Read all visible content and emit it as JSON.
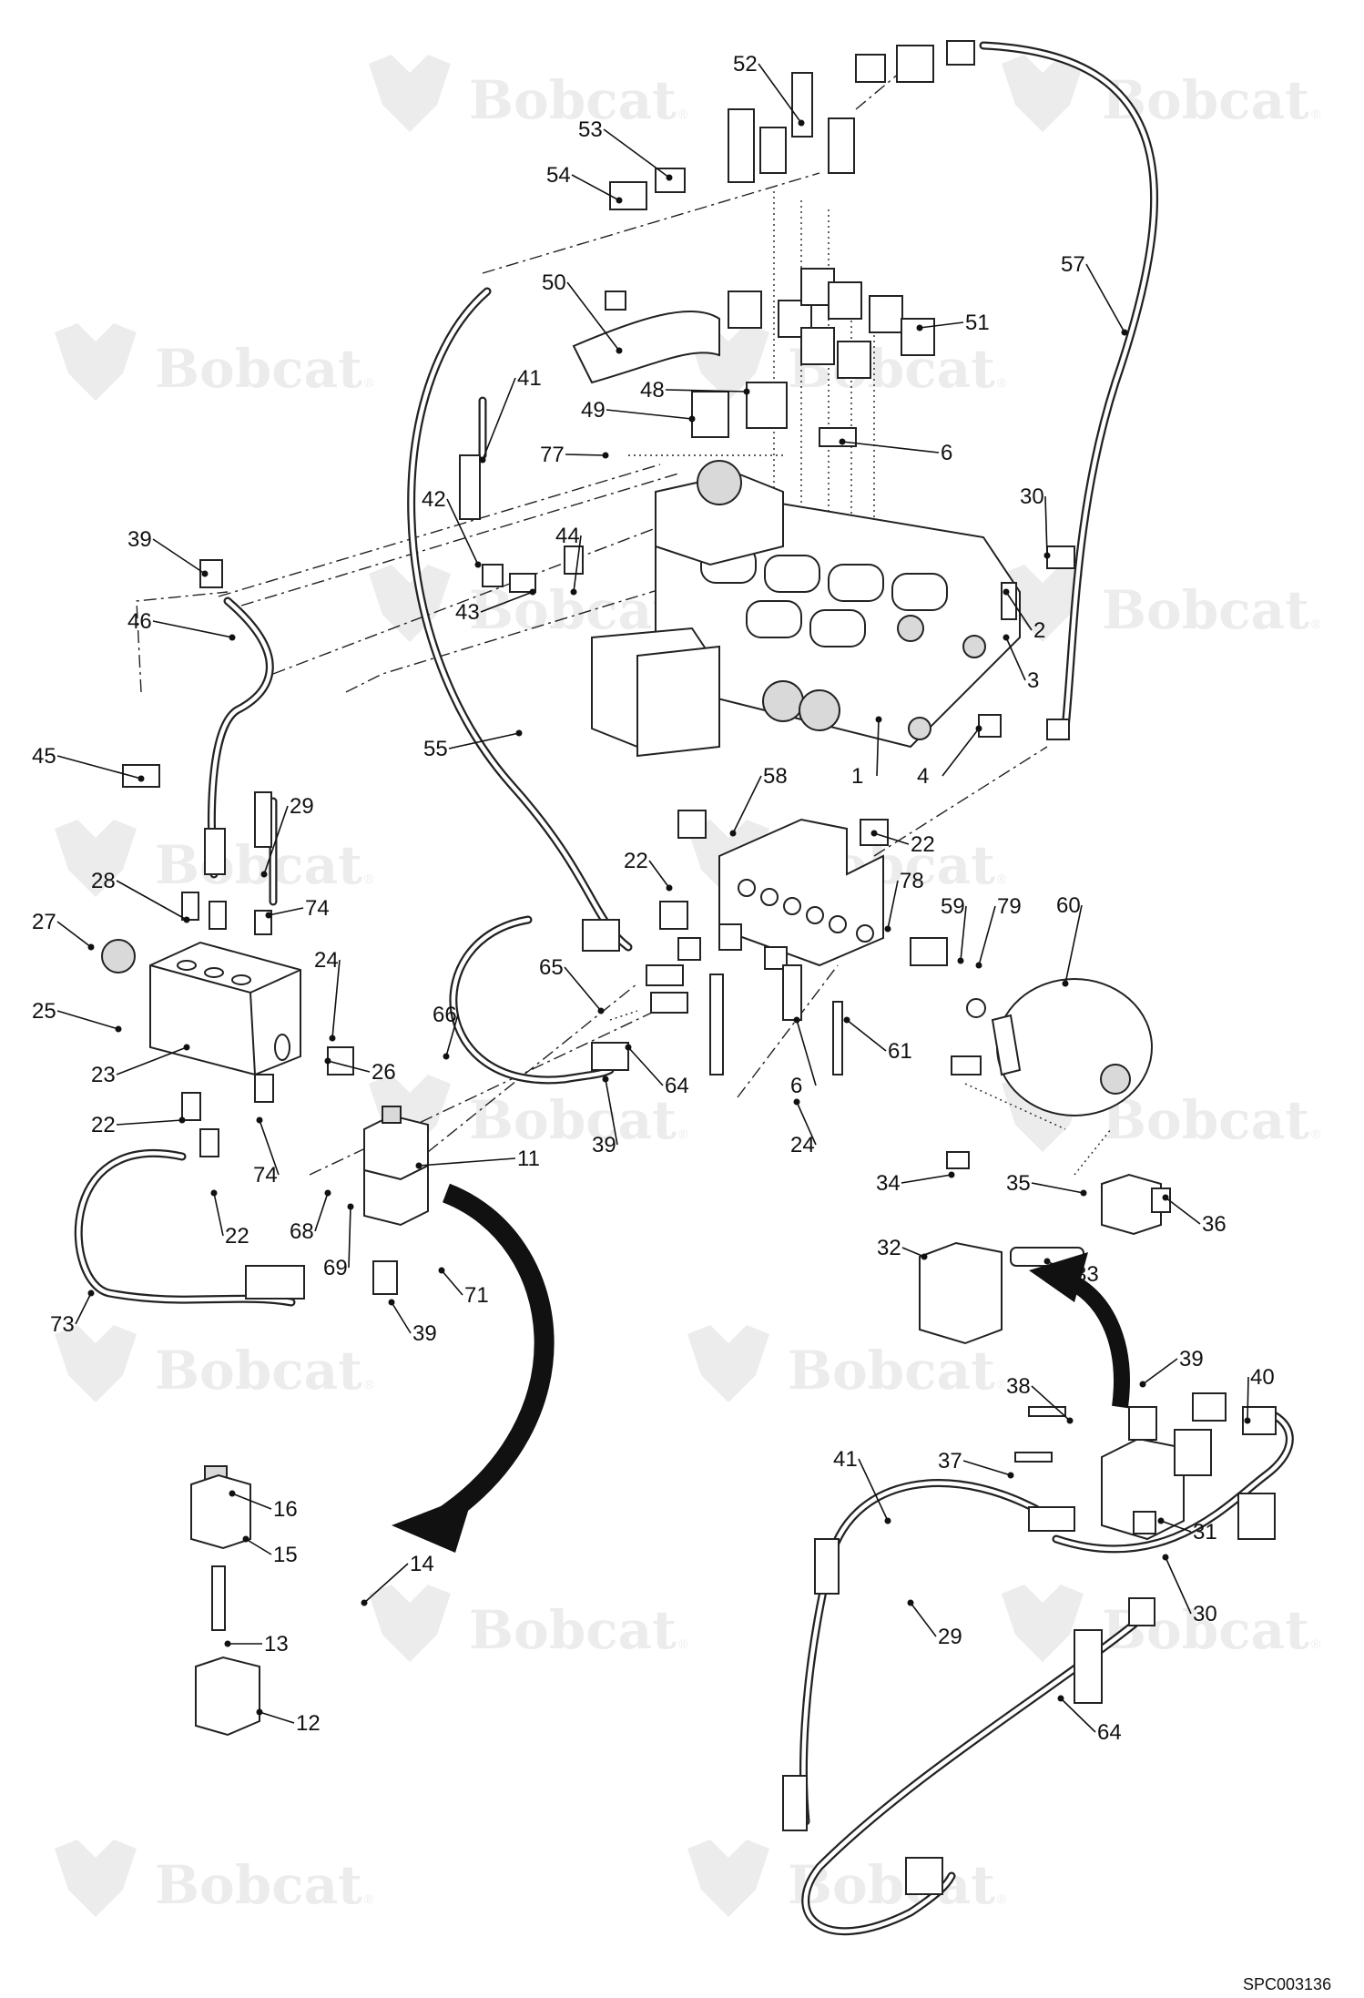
{
  "watermark": {
    "brand": "Bobcat",
    "mark": "®"
  },
  "reference": "SPC003136",
  "callouts": [
    {
      "label": "52"
    },
    {
      "label": "53"
    },
    {
      "label": "54"
    },
    {
      "label": "50"
    },
    {
      "label": "51"
    },
    {
      "label": "57"
    },
    {
      "label": "41"
    },
    {
      "label": "48"
    },
    {
      "label": "49"
    },
    {
      "label": "77"
    },
    {
      "label": "6"
    },
    {
      "label": "42"
    },
    {
      "label": "44"
    },
    {
      "label": "30"
    },
    {
      "label": "39"
    },
    {
      "label": "43"
    },
    {
      "label": "2"
    },
    {
      "label": "46"
    },
    {
      "label": "3"
    },
    {
      "label": "55"
    },
    {
      "label": "45"
    },
    {
      "label": "1"
    },
    {
      "label": "4"
    },
    {
      "label": "29"
    },
    {
      "label": "58"
    },
    {
      "label": "22"
    },
    {
      "label": "22"
    },
    {
      "label": "28"
    },
    {
      "label": "74"
    },
    {
      "label": "78"
    },
    {
      "label": "27"
    },
    {
      "label": "59"
    },
    {
      "label": "79"
    },
    {
      "label": "60"
    },
    {
      "label": "24"
    },
    {
      "label": "65"
    },
    {
      "label": "66"
    },
    {
      "label": "25"
    },
    {
      "label": "61"
    },
    {
      "label": "23"
    },
    {
      "label": "26"
    },
    {
      "label": "64"
    },
    {
      "label": "6"
    },
    {
      "label": "22"
    },
    {
      "label": "39"
    },
    {
      "label": "74"
    },
    {
      "label": "24"
    },
    {
      "label": "11"
    },
    {
      "label": "22"
    },
    {
      "label": "68"
    },
    {
      "label": "69"
    },
    {
      "label": "34"
    },
    {
      "label": "35"
    },
    {
      "label": "36"
    },
    {
      "label": "73"
    },
    {
      "label": "71"
    },
    {
      "label": "39"
    },
    {
      "label": "32"
    },
    {
      "label": "33"
    },
    {
      "label": "39"
    },
    {
      "label": "40"
    },
    {
      "label": "38"
    },
    {
      "label": "16"
    },
    {
      "label": "37"
    },
    {
      "label": "41"
    },
    {
      "label": "15"
    },
    {
      "label": "14"
    },
    {
      "label": "31"
    },
    {
      "label": "13"
    },
    {
      "label": "29"
    },
    {
      "label": "30"
    },
    {
      "label": "12"
    },
    {
      "label": "64"
    }
  ]
}
